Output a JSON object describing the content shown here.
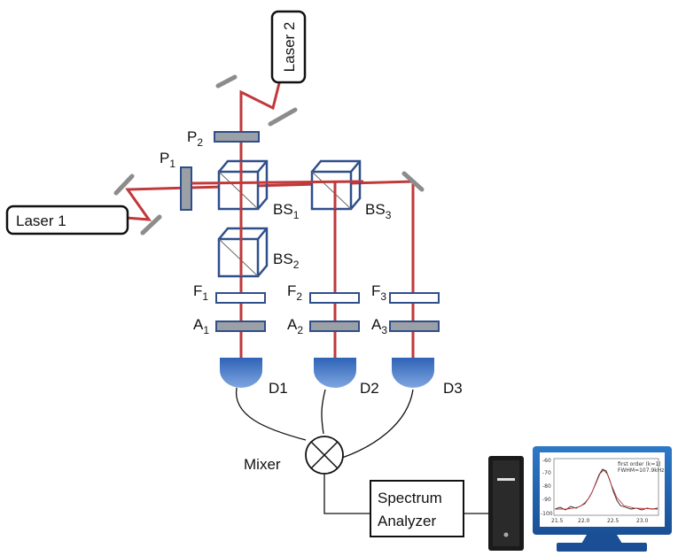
{
  "colors": {
    "beam": "#c0393b",
    "cube": "#2f4f8a",
    "plate": "#9aa0a6",
    "detector": "#3b6ec2",
    "mirror": "#8c8c8c",
    "screen": "#1f5fae",
    "tower": "#1a1a1a"
  },
  "lasers": {
    "laser1": "Laser 1",
    "laser2": "Laser 2"
  },
  "polarizers": [
    {
      "main": "P",
      "sub": "1"
    },
    {
      "main": "P",
      "sub": "2"
    }
  ],
  "beamsplitters": [
    {
      "main": "BS",
      "sub": "1"
    },
    {
      "main": "BS",
      "sub": "2"
    },
    {
      "main": "BS",
      "sub": "3"
    }
  ],
  "filters": [
    {
      "main": "F",
      "sub": "1"
    },
    {
      "main": "F",
      "sub": "2"
    },
    {
      "main": "F",
      "sub": "3"
    }
  ],
  "attenuators": [
    {
      "main": "A",
      "sub": "1"
    },
    {
      "main": "A",
      "sub": "2"
    },
    {
      "main": "A",
      "sub": "3"
    }
  ],
  "detectors": [
    "D1",
    "D2",
    "D3"
  ],
  "mixer": "Mixer",
  "analyzer": {
    "line1": "Spectrum",
    "line2": "Analyzer"
  },
  "monitor_plot": {
    "legend_line1": "first order (k=1)",
    "legend_line2": "FWHM=107.9kHz",
    "y_ticks": [
      "-60",
      "-70",
      "-80",
      "-90",
      "-100"
    ],
    "x_ticks": [
      "21.5",
      "22.0",
      "22.5",
      "23.0"
    ]
  }
}
